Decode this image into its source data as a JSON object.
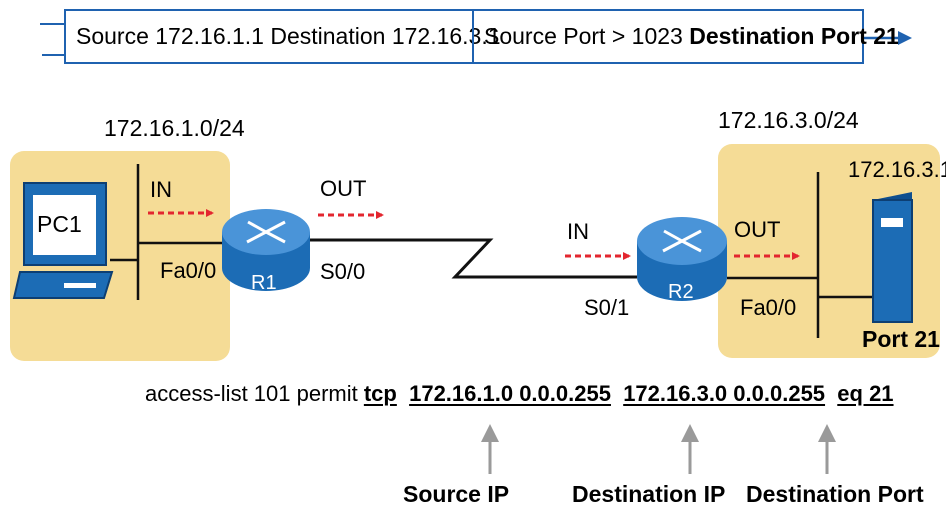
{
  "header": {
    "field1": "Source 172.16.1.1 Destination 172.16.3.1",
    "field2_prefix": "Source Port > 1023 ",
    "field2_bold": "Destination Port 21"
  },
  "left_site": {
    "subnet": "172.16.1.0/24",
    "pc_label": "PC1",
    "in_label": "IN",
    "iface": "Fa0/0"
  },
  "router1": {
    "label": "R1",
    "out_label": "OUT",
    "iface": "S0/0"
  },
  "router2": {
    "label": "R2",
    "in_label": "IN",
    "iface_wan": "S0/1",
    "out_label": "OUT",
    "iface_lan": "Fa0/0"
  },
  "right_site": {
    "subnet": "172.16.3.0/24",
    "server_ip": "172.16.3.1",
    "port_label": "Port 21"
  },
  "acl": {
    "prefix": "access-list 101 permit ",
    "proto": "tcp",
    "source": "172.16.1.0 0.0.0.255",
    "dest": "172.16.3.0 0.0.0.255",
    "port": "eq 21"
  },
  "callouts": {
    "source_ip": "Source IP",
    "destination_ip": "Destination IP",
    "destination_port": "Destination Port"
  },
  "colors": {
    "site_fill": "#f5dc96",
    "router_blue": "#1c6cb5",
    "arrow_red": "#e3262f",
    "header_border": "#1f62b0",
    "callout_arrow": "#9a9a9a"
  }
}
